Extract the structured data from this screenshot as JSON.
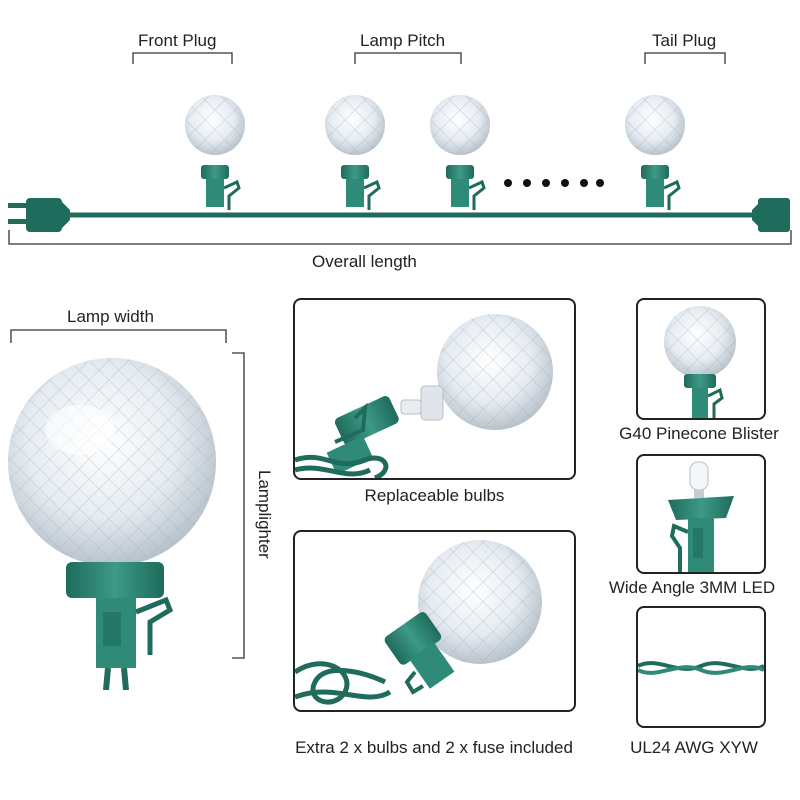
{
  "strand": {
    "front_plug_label": "Front Plug",
    "lamp_pitch_label": "Lamp Pitch",
    "tail_plug_label": "Tail Plug",
    "overall_length_label": "Overall length"
  },
  "large_bulb": {
    "lamp_width_label": "Lamp width",
    "lamp_height_label": "Lamplighter"
  },
  "panels": {
    "replaceable_caption": "Replaceable bulbs",
    "extra_caption": "Extra 2 x bulbs and 2 x fuse included"
  },
  "features": {
    "blister_caption": "G40 Pinecone Blister",
    "led_caption": "Wide Angle 3MM LED",
    "wire_caption": "UL24 AWG XYW"
  },
  "colors": {
    "wire_green": "#1f6b5c",
    "socket_green": "#2f8a78",
    "bulb_glass": "#e8eef4"
  }
}
